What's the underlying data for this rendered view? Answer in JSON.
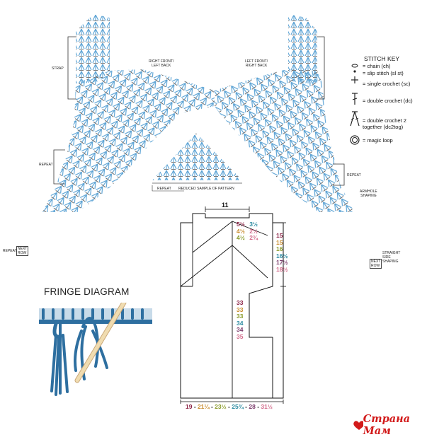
{
  "colors": {
    "stitch_blue": "#5aa2d4",
    "stitch_dark": "#555555",
    "outline": "#111111",
    "fringe_blue": "#2e6fa0",
    "hook": "#f0dcb0",
    "size1": "#8b2244",
    "size2": "#c88a2a",
    "size3": "#8a9a2a",
    "size4": "#2a8aa0",
    "size5": "#7a3a6a",
    "size6": "#d26a8a",
    "watermark": "#d21a1a"
  },
  "chart_labels": {
    "strap": "STRAP",
    "right_front": "RIGHT FRONT/\nLEFT BACK",
    "left_front": "LEFT FRONT/\nRIGHT BACK",
    "repeat": "REPEAT",
    "armhole": "ARMHOLE\nSHAPING",
    "reduced_sample": "REDUCED SAMPLE OF PATTERN",
    "next_row": "NEXT\nROW",
    "straight_side": "STRAIGHT\nSIDE\nSHAPING"
  },
  "stitch_key": {
    "title": "STITCH KEY",
    "items": [
      {
        "icon": "chain-symbol",
        "label": "= chain (ch)"
      },
      {
        "icon": "slip-stitch-symbol",
        "label": "= slip stitch (sl st)"
      },
      {
        "icon": "single-crochet-symbol",
        "label": "= single crochet (sc)"
      },
      {
        "icon": "double-crochet-symbol",
        "label": "= double crochet (dc)"
      },
      {
        "icon": "dc2tog-symbol",
        "label": "= double crochet 2\ntogether (dc2tog)"
      },
      {
        "icon": "magic-loop-symbol",
        "label": "= magic loop"
      }
    ]
  },
  "schematic": {
    "top_width": "11",
    "neck_depth": [
      {
        "w": "5½",
        "c": "size1"
      },
      {
        "w": "3½",
        "c": "size4"
      },
      {
        "w": "4½",
        "c": "size2"
      },
      {
        "w": "2½",
        "c": "size6"
      },
      {
        "w": "4½",
        "c": "size3"
      },
      {
        "w": "2¾",
        "c": "size6"
      }
    ],
    "armhole": [
      "15",
      "15",
      "16",
      "16½",
      "17½",
      "18½"
    ],
    "length": [
      "33",
      "33",
      "33",
      "34",
      "34",
      "35"
    ],
    "bottom_width": {
      "parts": [
        "19",
        "21¼",
        "23½",
        "25¾",
        "28",
        "31½"
      ],
      "sep": " - "
    }
  },
  "fringe": {
    "title": "FRINGE DIAGRAM"
  },
  "watermark": {
    "text": "Страна Мам"
  }
}
